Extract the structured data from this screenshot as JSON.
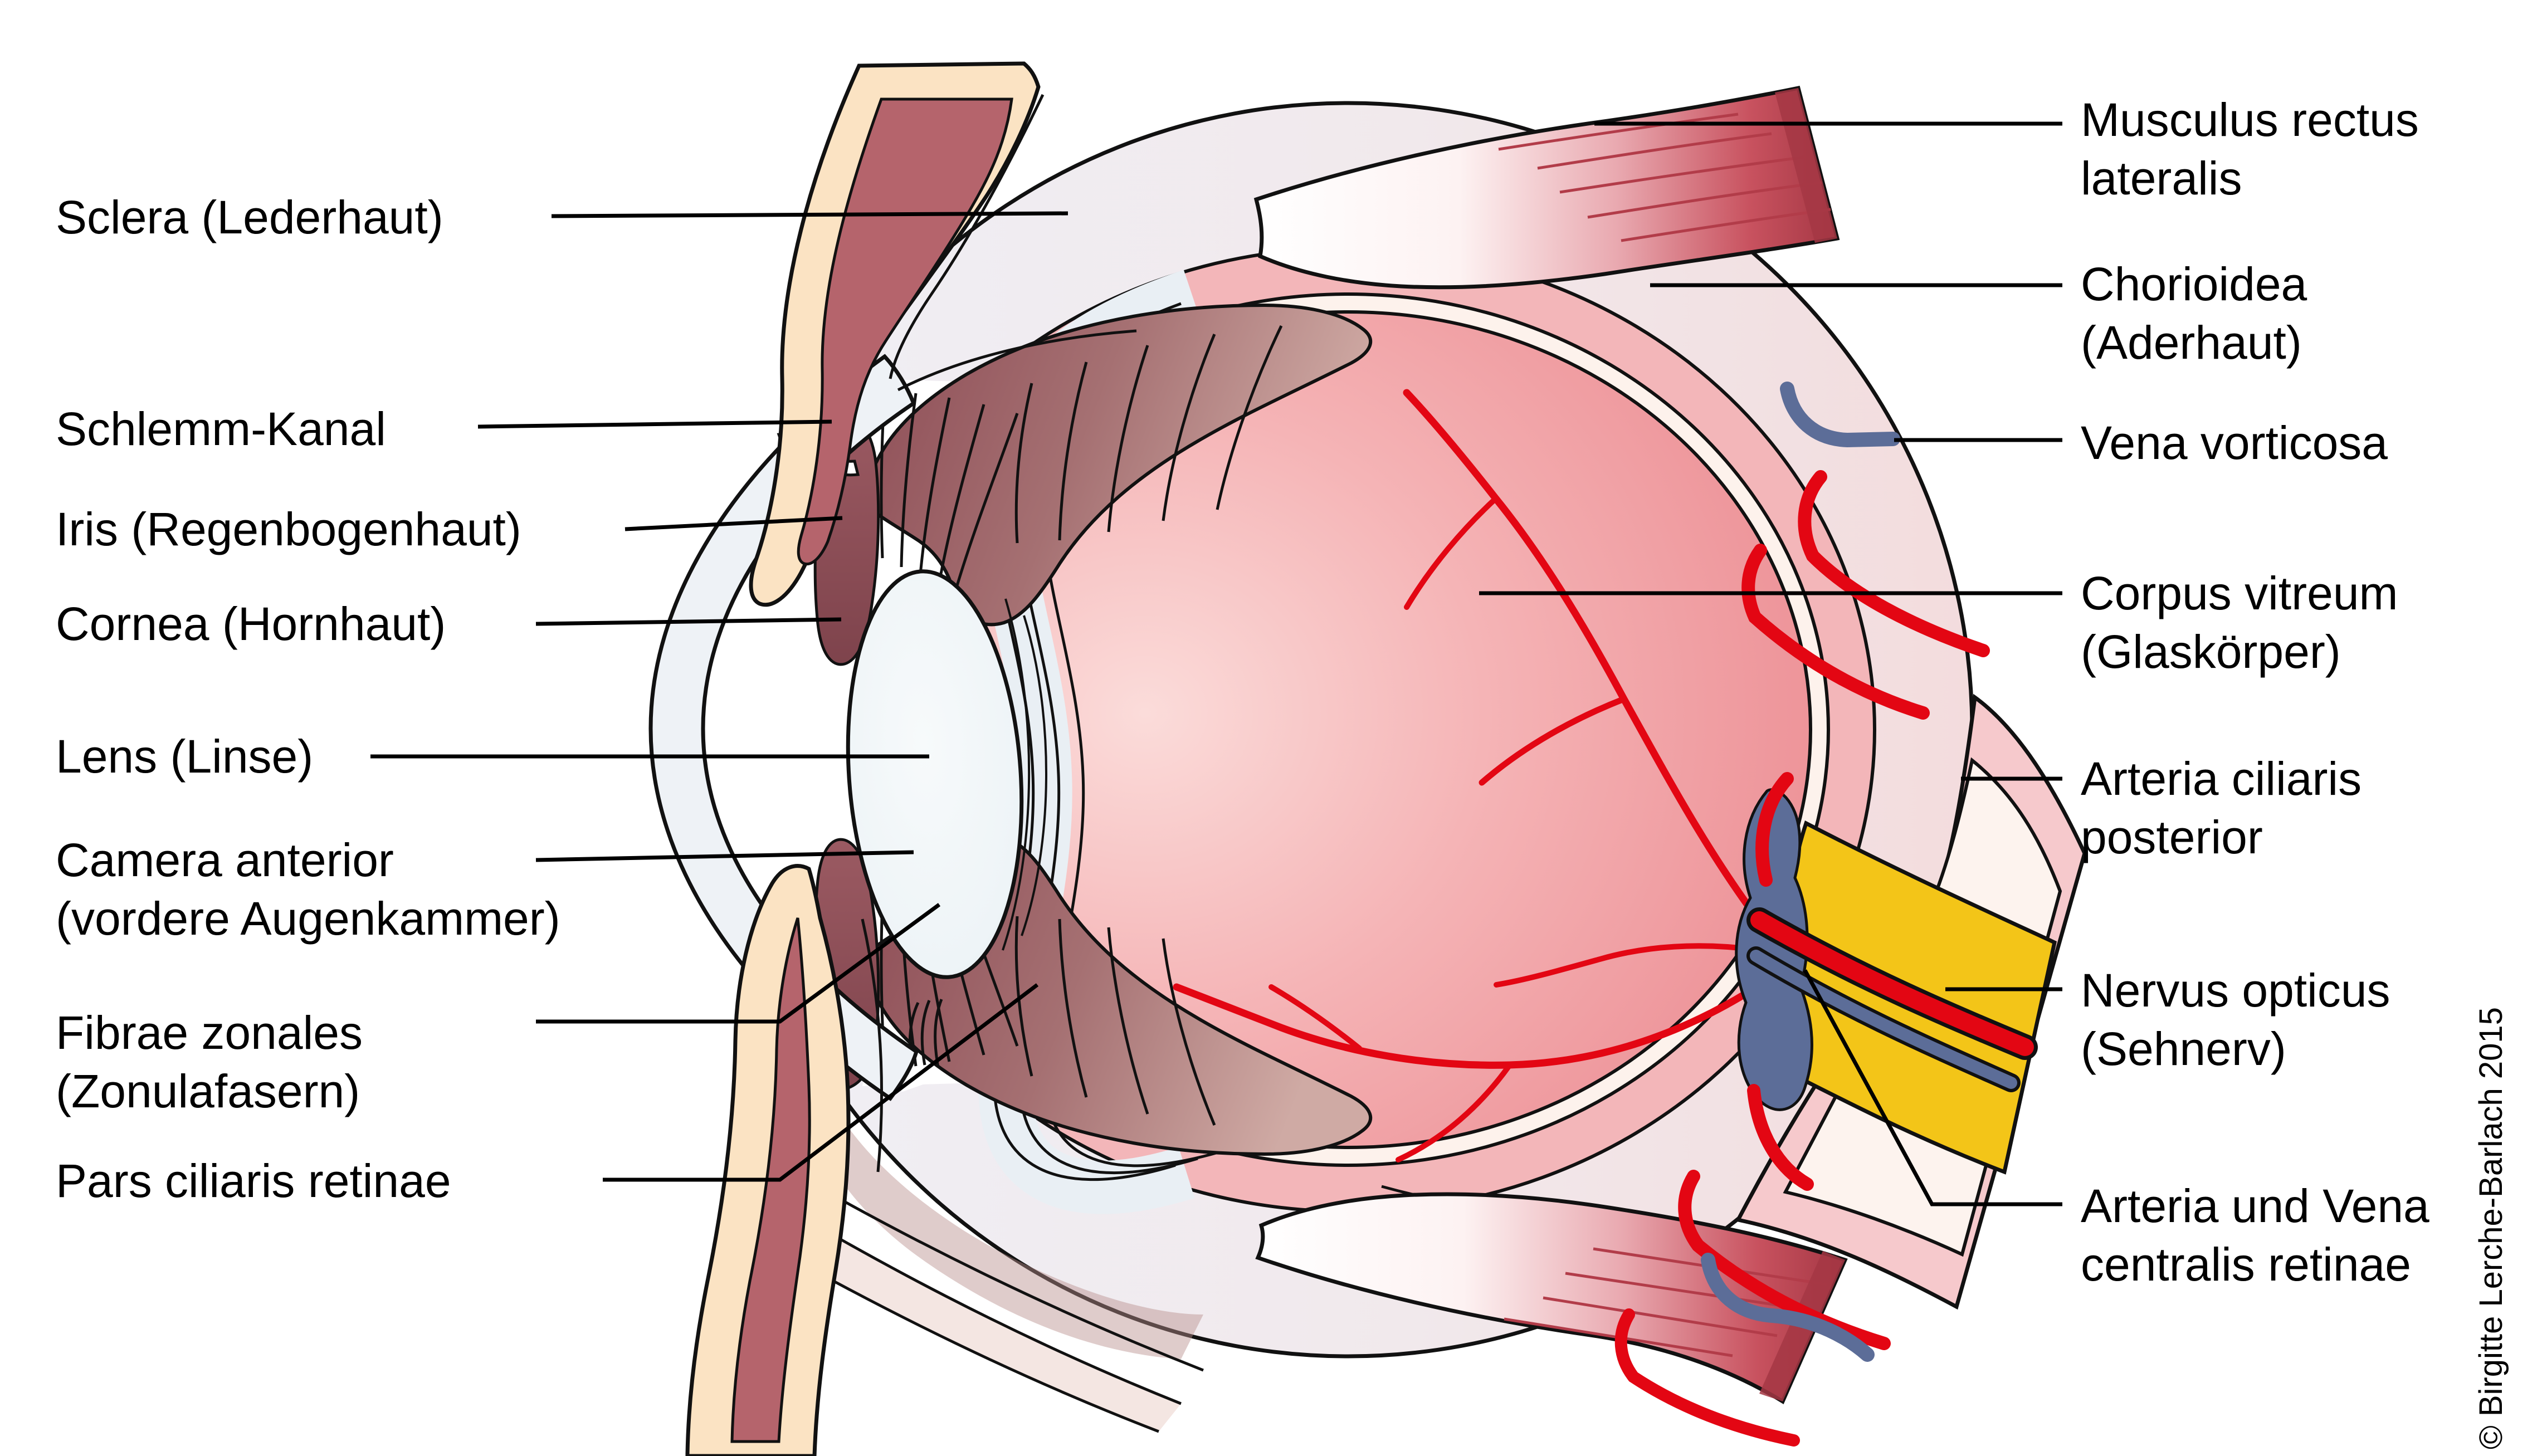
{
  "labels_left": [
    {
      "lines": [
        "Sclera (Lederhaut)"
      ]
    },
    {
      "lines": [
        "Schlemm-Kanal"
      ]
    },
    {
      "lines": [
        "Iris (Regenbogenhaut)"
      ]
    },
    {
      "lines": [
        "Cornea (Hornhaut)"
      ]
    },
    {
      "lines": [
        "Lens (Linse)"
      ]
    },
    {
      "lines": [
        "Camera anterior",
        "(vordere Augenkammer)"
      ]
    },
    {
      "lines": [
        "Fibrae zonales",
        "(Zonulafasern)"
      ]
    },
    {
      "lines": [
        "Pars ciliaris retinae"
      ]
    }
  ],
  "labels_right": [
    {
      "lines": [
        "Musculus rectus",
        "lateralis"
      ]
    },
    {
      "lines": [
        "Chorioidea",
        "(Aderhaut)"
      ]
    },
    {
      "lines": [
        "Vena vorticosa"
      ]
    },
    {
      "lines": [
        "Corpus vitreum",
        "(Glaskörper)"
      ]
    },
    {
      "lines": [
        "Arteria ciliaris",
        "posterior"
      ]
    },
    {
      "lines": [
        "Nervus opticus",
        "(Sehnerv)"
      ]
    },
    {
      "lines": [
        "Arteria und Vena",
        "centralis retinae"
      ]
    }
  ],
  "copyright": "© Birgitte Lerche-Barlach 2015",
  "colors": {
    "background": "#ffffff",
    "outline": "#111111",
    "sclera": "#efeef4",
    "choroid_pink": "#f3b6b9",
    "retina_band": "#fdf2ec",
    "vitreous_edge": "#fbdcda",
    "vitreous_center": "#ea868c",
    "lens": "#eef4f7",
    "iris_ciliary": "#94525b",
    "eyelid_skin": "#fbe3c3",
    "eyelid_muscle": "#b5646c",
    "muscle_red": "#a53744",
    "optic_nerve_yellow": "#f3c518",
    "artery_red": "#e30613",
    "vein_blue": "#5c6d98",
    "nerve_sheath_pink": "#f6c9cc"
  }
}
